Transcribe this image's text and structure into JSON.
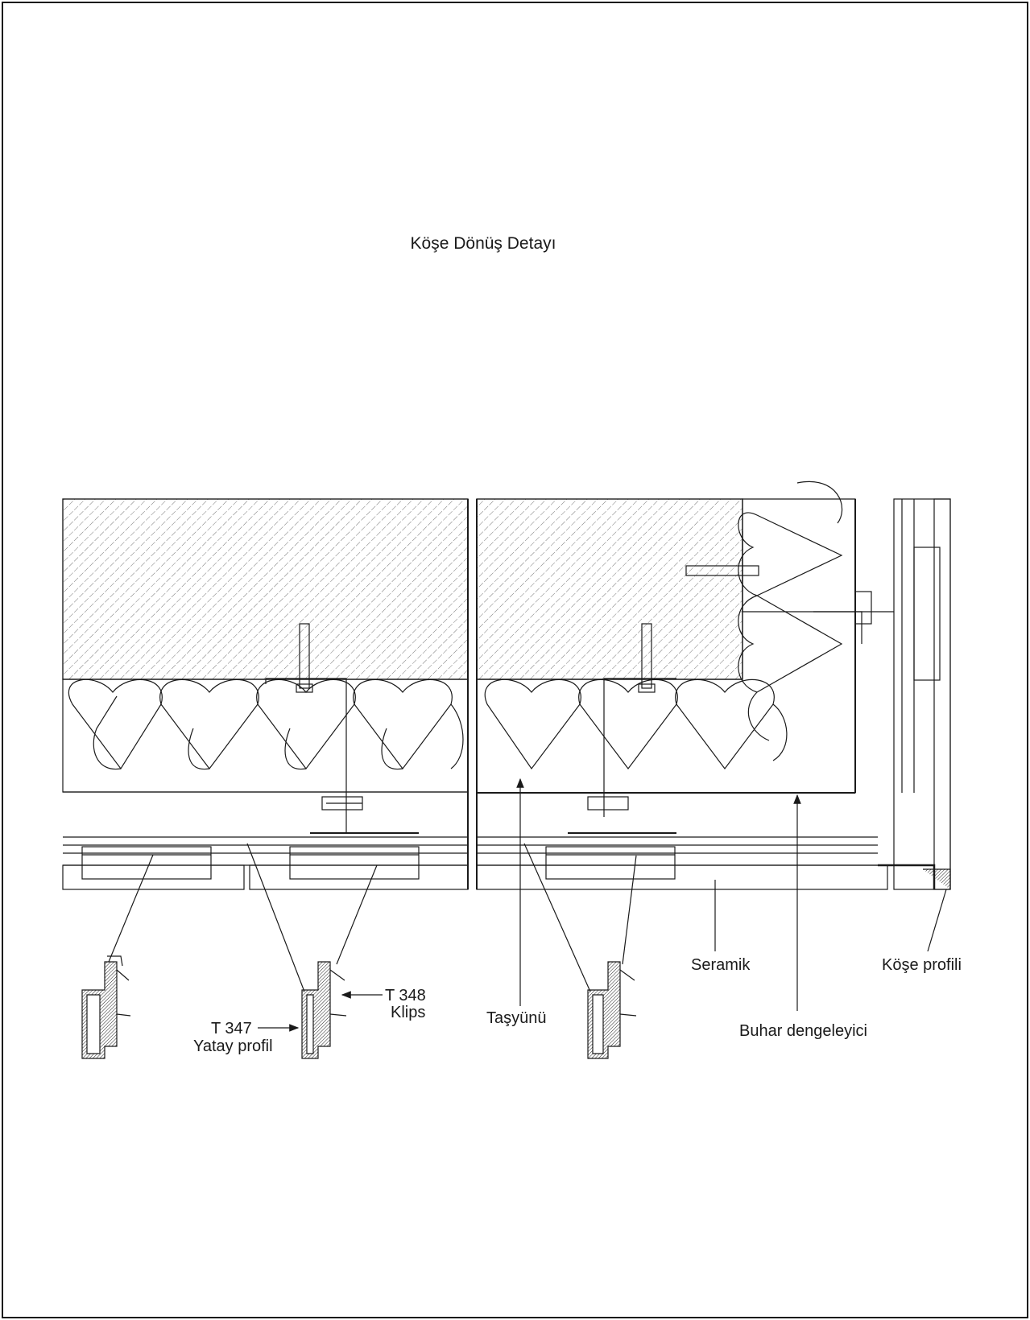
{
  "title": "Köşe Dönüş Detayı",
  "labels": {
    "seramik": "Seramik",
    "kose_profili": "Köşe profili",
    "tasyunu": "Taşyünü",
    "buhar": "Buhar dengeleyici",
    "t348_code": "T 348",
    "t348_name": "Klips",
    "t347_code": "T 347",
    "t347_name": "Yatay profil"
  },
  "colors": {
    "ink": "#1a1a1a",
    "paper": "#ffffff"
  }
}
